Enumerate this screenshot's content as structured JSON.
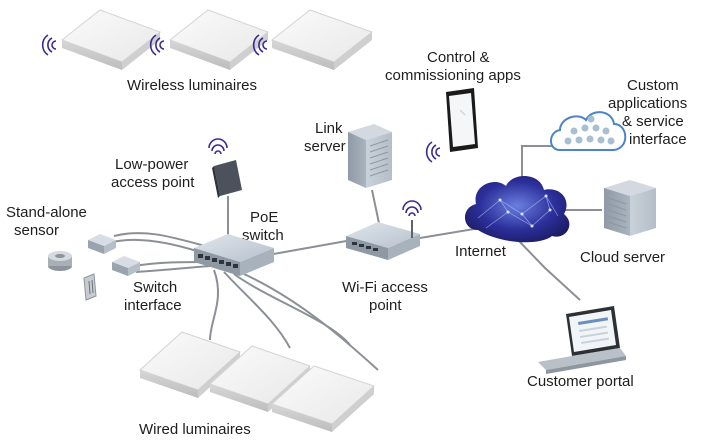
{
  "labels": {
    "wireless_luminaires": "Wireless luminaires",
    "control_apps_line1": "Control &",
    "control_apps_line2": "commissioning apps",
    "custom_apps_line1": "Custom",
    "custom_apps_line2": "applications",
    "custom_apps_line3": "& service",
    "custom_apps_line4": "interface",
    "link_server_line1": "Link",
    "link_server_line2": "server",
    "low_power_ap_line1": "Low-power",
    "low_power_ap_line2": "access point",
    "standalone_sensor_line1": "Stand-alone",
    "standalone_sensor_line2": "sensor",
    "poe_switch_line1": "PoE",
    "poe_switch_line2": "switch",
    "internet": "Internet",
    "cloud_server": "Cloud server",
    "switch_interface_line1": "Switch",
    "switch_interface_line2": "interface",
    "wifi_ap_line1": "Wi-Fi access",
    "wifi_ap_line2": "point",
    "customer_portal": "Customer portal",
    "wired_luminaires": "Wired luminaires"
  },
  "icons": {
    "wireless": "wireless-signal-icon",
    "tablet": "tablet-icon",
    "cloud_apps": "app-cloud-icon",
    "server": "server-rack-icon",
    "access_point": "access-point-icon",
    "switch": "network-switch-icon",
    "internet": "internet-globe-cloud-icon",
    "laptop": "laptop-icon",
    "sensor": "sensor-icon",
    "wall_switch": "wall-switch-icon",
    "luminaire": "luminaire-panel-icon"
  },
  "colors": {
    "wireless_arcs": "#3b2a8f",
    "internet_cloud": "#2a2f8c",
    "app_cloud_border": "#4b84c9",
    "device_gray": "#b9c2cb",
    "cable_gray": "#8c9096"
  }
}
